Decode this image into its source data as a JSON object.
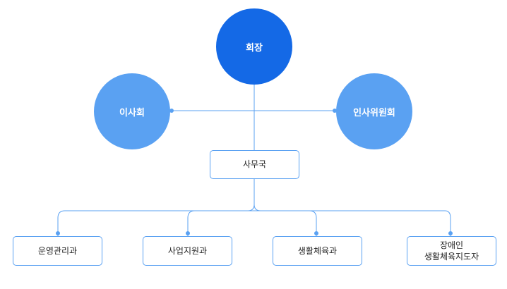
{
  "chart": {
    "head": "회장",
    "left_node": "이사회",
    "right_node": "인사위원회",
    "office": "사무국",
    "departments": [
      {
        "lines": [
          "운영관리과"
        ]
      },
      {
        "lines": [
          "사업지원과"
        ]
      },
      {
        "lines": [
          "생활체육과"
        ]
      },
      {
        "lines": [
          "장애인",
          "생활체육지도자"
        ]
      }
    ]
  },
  "colors": {
    "head_fill": "#1469e6",
    "side_fill": "#5aa1f2",
    "line": "#5aa1f2",
    "box_border": "#5aa1f2"
  }
}
